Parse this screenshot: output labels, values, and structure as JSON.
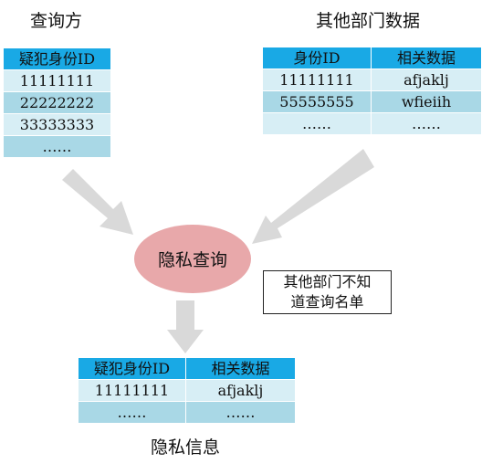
{
  "querier": {
    "title": "查询方",
    "header": "疑犯身份ID",
    "rows": [
      "11111111",
      "22222222",
      "33333333",
      "……"
    ]
  },
  "other_department": {
    "title": "其他部门数据",
    "headers": [
      "身份ID",
      "相关数据"
    ],
    "rows": [
      [
        "11111111",
        "afjaklj"
      ],
      [
        "55555555",
        "wfieiih"
      ],
      [
        "……",
        "……"
      ]
    ]
  },
  "private_query": {
    "label": "隐私查询"
  },
  "note": {
    "line1": "其他部门不知",
    "line2": "道查询名单"
  },
  "result": {
    "title": "隐私信息",
    "headers": [
      "疑犯身份ID",
      "相关数据"
    ],
    "rows": [
      [
        "11111111",
        "afjaklj"
      ],
      [
        "……",
        "……"
      ]
    ]
  },
  "colors": {
    "header_blue": "#19a9e5",
    "row_light": "#d7eef5",
    "row_dark": "#a9d8e6",
    "node_pink": "#e8a8aa",
    "arrow_gray": "#d9d9d9"
  }
}
